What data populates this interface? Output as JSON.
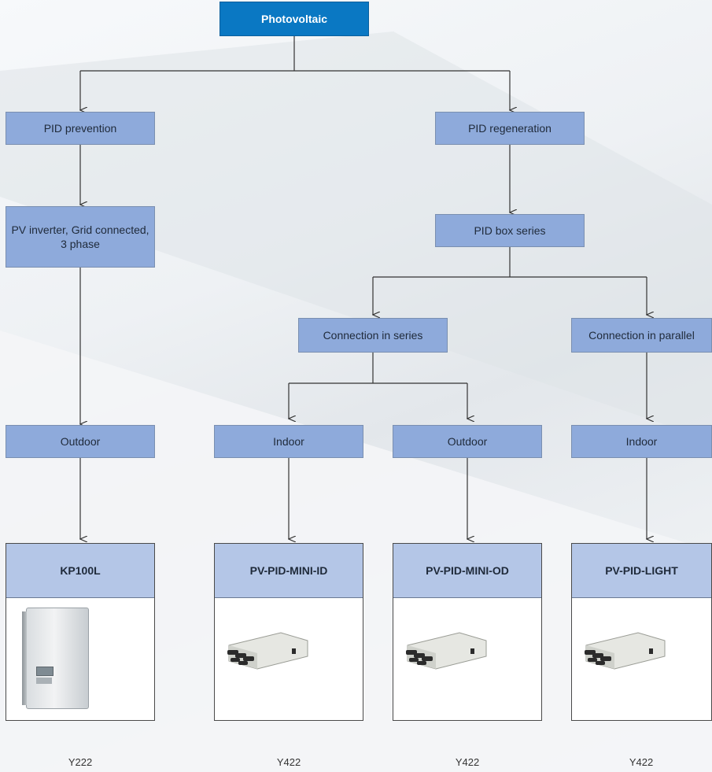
{
  "root": {
    "label": "Photovoltaic"
  },
  "branches": {
    "prevention": "PID prevention",
    "regeneration": "PID regeneration"
  },
  "level2": {
    "inverter": "PV inverter, Grid connected, 3 phase",
    "box_series": "PID box series"
  },
  "level3": {
    "series": "Connection in series",
    "parallel": "Connection in parallel"
  },
  "locations": {
    "outdoor_1": "Outdoor",
    "indoor_1": "Indoor",
    "outdoor_2": "Outdoor",
    "indoor_2": "Indoor"
  },
  "products": [
    {
      "name": "KP100L",
      "code": "Y222",
      "image": "inverter-image"
    },
    {
      "name": "PV-PID-MINI-ID",
      "code": "Y422",
      "image": "pid-box-image"
    },
    {
      "name": "PV-PID-MINI-OD",
      "code": "Y422",
      "image": "pid-box-image"
    },
    {
      "name": "PV-PID-LIGHT",
      "code": "Y422",
      "image": "pid-box-image"
    }
  ],
  "colors": {
    "root_fill": "#0a78c3",
    "node_fill": "#8eaadb",
    "card_title_fill": "#b4c6e7",
    "connector": "#333333"
  }
}
